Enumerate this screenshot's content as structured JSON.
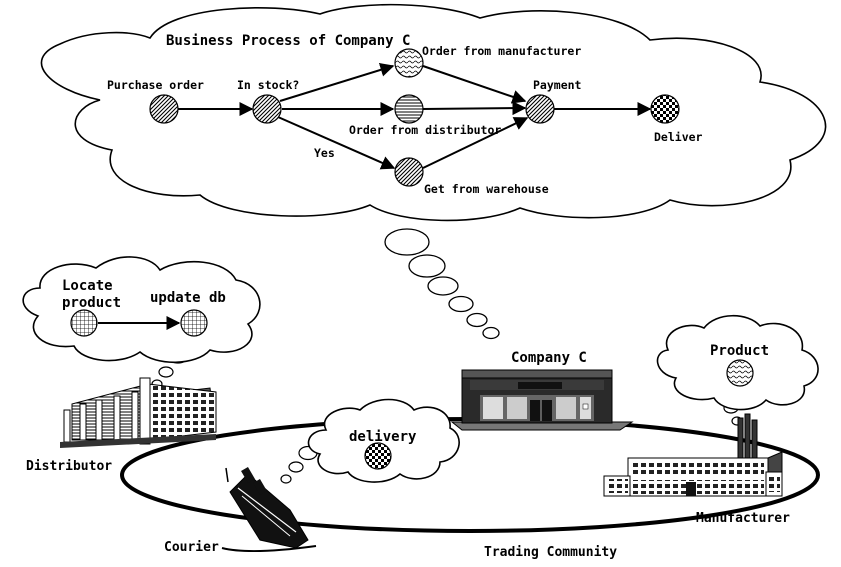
{
  "process": {
    "title": "Business Process of Company C",
    "nodes": {
      "purchase_order": "Purchase order",
      "in_stock": "In stock?",
      "order_manufacturer": "Order from manufacturer",
      "order_distributor": "Order from distributor",
      "get_warehouse": "Get from warehouse",
      "payment": "Payment",
      "deliver": "Deliver"
    },
    "edge_yes": "Yes"
  },
  "distributor_cloud": {
    "locate": [
      "Locate",
      "product"
    ],
    "update": "update db"
  },
  "courier_cloud": {
    "delivery": "delivery"
  },
  "manufacturer_cloud": {
    "product": "Product"
  },
  "actors": {
    "company": "Company C",
    "distributor": "Distributor",
    "manufacturer": "Manufacturer",
    "courier": "Courier"
  },
  "community": "Trading Community"
}
